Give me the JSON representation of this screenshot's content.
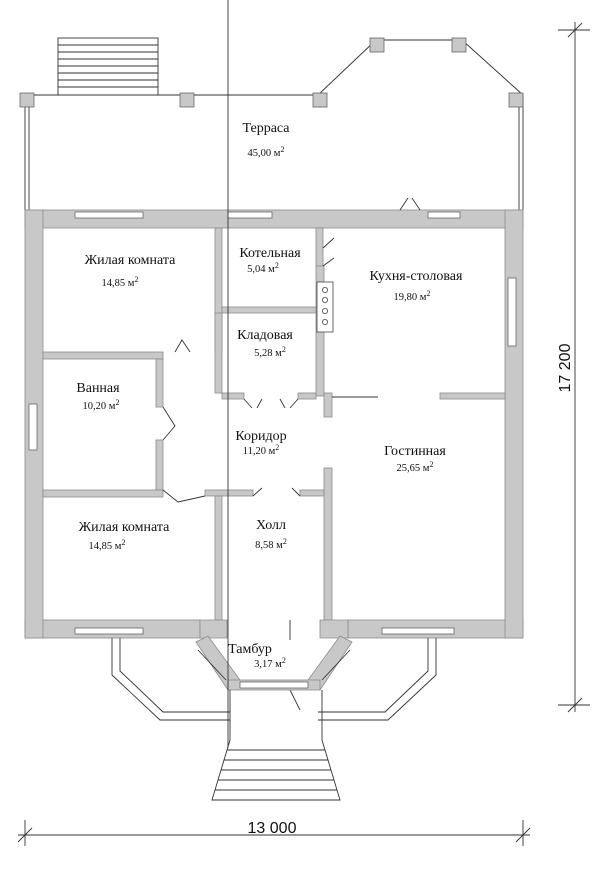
{
  "plan": {
    "rooms": [
      {
        "id": "terrace",
        "name": "Терраса",
        "area": "45,00"
      },
      {
        "id": "living1",
        "name": "Жилая комната",
        "area": "14,85"
      },
      {
        "id": "boiler",
        "name": "Котельная",
        "area": "5,04"
      },
      {
        "id": "kitchen",
        "name": "Кухня-столовая",
        "area": "19,80"
      },
      {
        "id": "pantry",
        "name": "Кладовая",
        "area": "5,28"
      },
      {
        "id": "bath",
        "name": "Ванная",
        "area": "10,20"
      },
      {
        "id": "corridor",
        "name": "Коридор",
        "area": "11,20"
      },
      {
        "id": "lounge",
        "name": "Гостинная",
        "area": "25,65"
      },
      {
        "id": "living2",
        "name": "Жилая комната",
        "area": "14,85"
      },
      {
        "id": "hall",
        "name": "Холл",
        "area": "8,58"
      },
      {
        "id": "vestibule",
        "name": "Тамбур",
        "area": "3,17"
      }
    ],
    "area_unit": "м",
    "area_unit_sup": "2",
    "dimensions": {
      "width": "13 000",
      "height": "17 200"
    }
  }
}
